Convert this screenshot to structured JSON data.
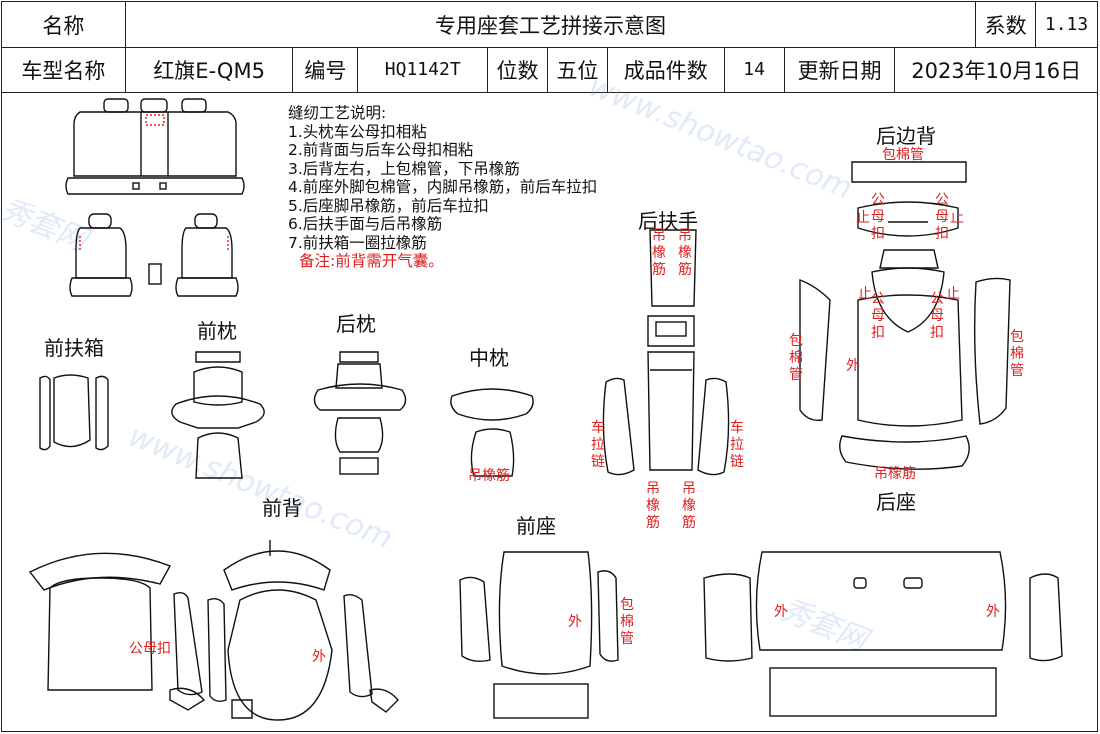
{
  "header": {
    "name_label": "名称",
    "title": "专用座套工艺拼接示意图",
    "coef_label": "系数",
    "coef_value": "1.13",
    "model_label": "车型名称",
    "model_value": "红旗E-QM5",
    "code_label": "编号",
    "code_value": "HQ1142T",
    "seats_label": "位数",
    "seats_value": "五位",
    "pieces_label": "成品件数",
    "pieces_value": "14",
    "date_label": "更新日期",
    "date_value": "2023年10月16日"
  },
  "notes": {
    "title": "缝纫工艺说明:",
    "items": [
      "1.头枕车公母扣相粘",
      "2.前背面与后车公母扣相粘",
      "3.后背左右，上包棉管，下吊橡筋",
      "4.前座外脚包棉管，内脚吊橡筋，前后车拉扣",
      "5.后座脚吊橡筋，前后车拉扣",
      "6.后扶手面与后吊橡筋",
      "7.前扶箱一圈拉橡筋"
    ],
    "remark": "备注:前背需开气囊。"
  },
  "sections": {
    "front_box": "前扶箱",
    "front_headrest": "前枕",
    "rear_headrest": "后枕",
    "mid_headrest": "中枕",
    "rear_armrest": "后扶手",
    "rear_back": "后边背",
    "front_back": "前背",
    "front_seat": "前座",
    "rear_seat": "后座"
  },
  "annotations": {
    "bao_mian_guan": "包棉管",
    "gong_mu_kou": "公母扣",
    "zhi": "止",
    "diao_xiang_jin": "吊橡筋",
    "che_la_lian": "车拉链",
    "wai": "外"
  },
  "watermark": {
    "brand": "秀套网",
    "url": "www.showtao.com"
  }
}
